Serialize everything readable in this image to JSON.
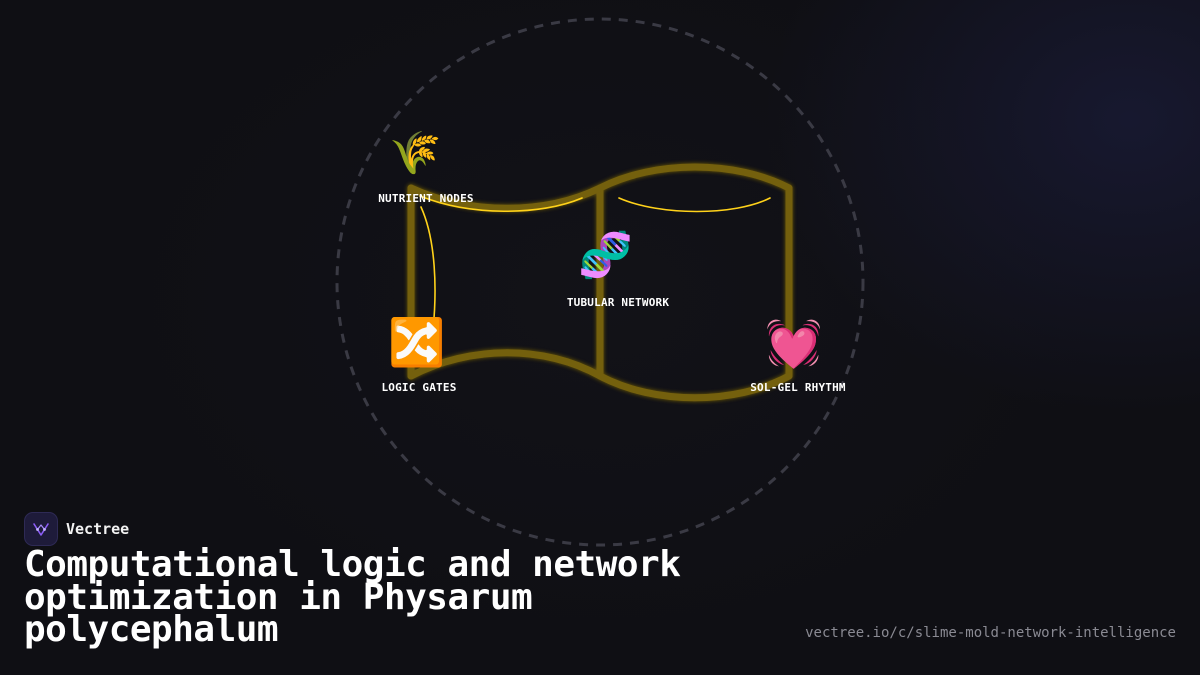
{
  "diagram": {
    "nodes": [
      {
        "id": "nutrient",
        "icon": "sheaf-of-rice-icon",
        "glyph": "🌾",
        "label": "NUTRIENT NODES"
      },
      {
        "id": "tubular",
        "icon": "dna-icon",
        "glyph": "🧬",
        "label": "TUBULAR NETWORK"
      },
      {
        "id": "logic",
        "icon": "shuffle-icon",
        "glyph": "🔀",
        "label": "LOGIC GATES"
      },
      {
        "id": "solgel",
        "icon": "beating-heart-icon",
        "glyph": "💓",
        "label": "SOL-GEL RHYTHM"
      }
    ],
    "colors": {
      "frame": "#8a7310",
      "glow": "#ffd21a",
      "circle": "#3a3a44"
    }
  },
  "brand": {
    "name": "Vectree",
    "logo_icon": "vectree-logo-icon"
  },
  "title": "Computational logic and network optimization in Physarum polycephalum",
  "url": "vectree.io/c/slime-mold-network-intelligence"
}
